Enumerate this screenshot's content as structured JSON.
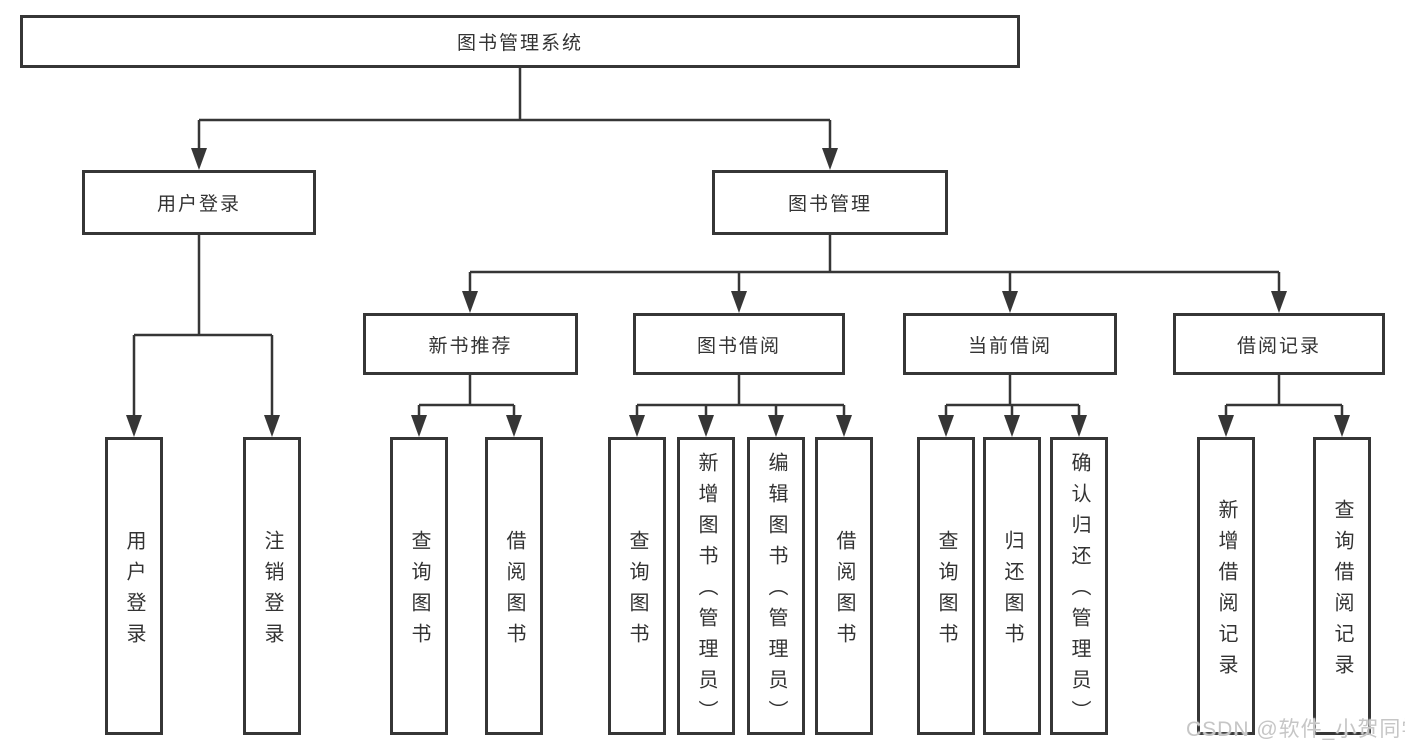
{
  "diagram": {
    "root": {
      "label": "图书管理系统"
    },
    "level2": [
      {
        "label": "用户登录"
      },
      {
        "label": "图书管理"
      }
    ],
    "level3": [
      {
        "label": "新书推荐"
      },
      {
        "label": "图书借阅"
      },
      {
        "label": "当前借阅"
      },
      {
        "label": "借阅记录"
      }
    ],
    "leaves": [
      {
        "label": "用户登录"
      },
      {
        "label": "注销登录"
      },
      {
        "label": "查询图书"
      },
      {
        "label": "借阅图书"
      },
      {
        "label": "查询图书"
      },
      {
        "label": "新增图书（管理员）"
      },
      {
        "label": "编辑图书（管理员）"
      },
      {
        "label": "借阅图书"
      },
      {
        "label": "查询图书"
      },
      {
        "label": "归还图书"
      },
      {
        "label": "确认归还（管理员）"
      },
      {
        "label": "新增借阅记录"
      },
      {
        "label": "查询借阅记录"
      }
    ],
    "colors": {
      "line": "#363636",
      "text": "#333333",
      "background": "#ffffff",
      "watermark": "#c6c6c6"
    }
  },
  "watermark": {
    "text": "CSDN @软件_小贺同学"
  }
}
